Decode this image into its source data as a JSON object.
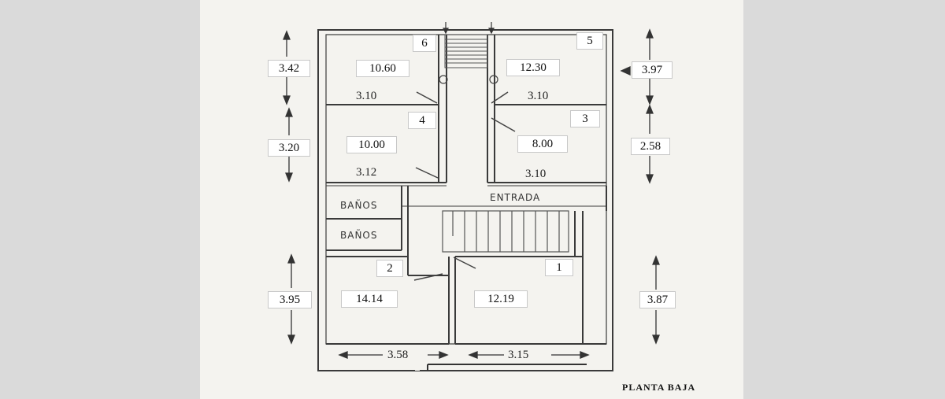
{
  "plan": {
    "title": "PLANTA BAJA",
    "entrance_label": "ENTRADA",
    "bathroom_labels": [
      "BAÑOS",
      "BAÑOS"
    ],
    "room_numbers": [
      "6",
      "5",
      "4",
      "3",
      "2",
      "1"
    ],
    "room_areas": {
      "r6": "10.60",
      "r5": "12.30",
      "r4": "10.00",
      "r3": "8.00",
      "r2": "14.14",
      "r1": "12.19"
    },
    "room_widths": {
      "r6": "3.10",
      "r5": "3.10",
      "r4": "3.12",
      "r3": "3.10"
    },
    "left_dimensions": [
      "3.42",
      "3.20",
      "3.95"
    ],
    "right_dimensions": [
      "3.97",
      "2.58",
      "3.87"
    ],
    "bottom_dimensions": [
      "3.58",
      "3.15"
    ]
  }
}
